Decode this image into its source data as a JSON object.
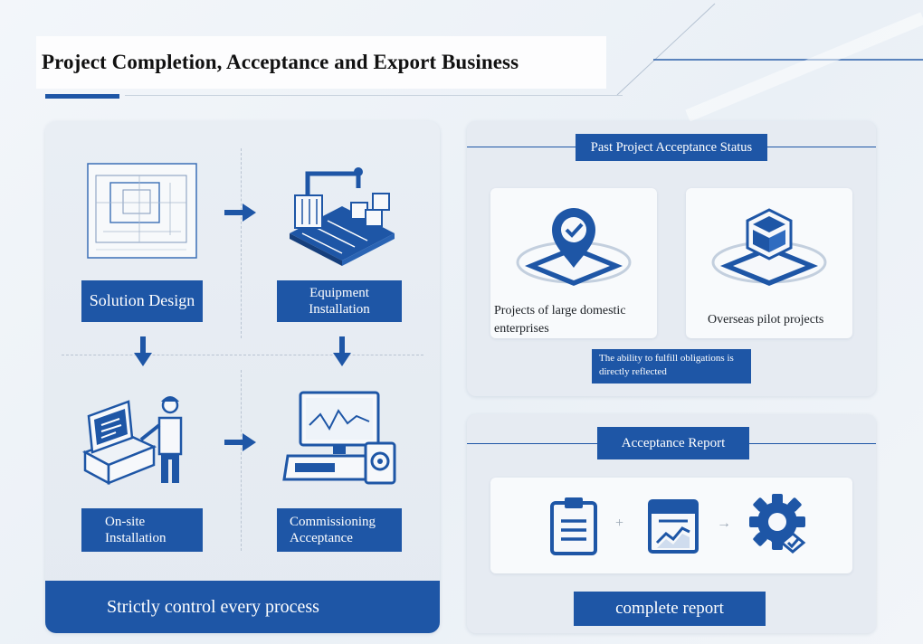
{
  "title": "Project Completion, Acceptance and Export Business",
  "process": {
    "steps": [
      {
        "label": "Solution Design",
        "icon": "blueprint-icon"
      },
      {
        "label": "Equipment Installation",
        "icon": "equipment-installation-icon"
      },
      {
        "label": "On-site Installation",
        "icon": "worker-console-icon"
      },
      {
        "label": "Commissioning Acceptance",
        "icon": "monitor-console-icon"
      }
    ],
    "banner": "Strictly control every process"
  },
  "acceptance_status": {
    "header": "Past Project Acceptance Status",
    "cards": [
      {
        "label": "Projects  of large domestic enterprises",
        "icon": "location-check-icon"
      },
      {
        "label": "Overseas pilot projects",
        "icon": "cube-platform-icon"
      }
    ],
    "note": "The ability to fulfill obligations is directly reflected"
  },
  "acceptance_report": {
    "header": "Acceptance Report",
    "operators": [
      "+",
      "→"
    ],
    "icons": [
      "clipboard-icon",
      "chart-document-icon",
      "gear-check-icon"
    ],
    "button": "complete report"
  },
  "colors": {
    "accent": "#1e56a6",
    "panel": "#e6ebf2",
    "card": "#f8fafc"
  }
}
